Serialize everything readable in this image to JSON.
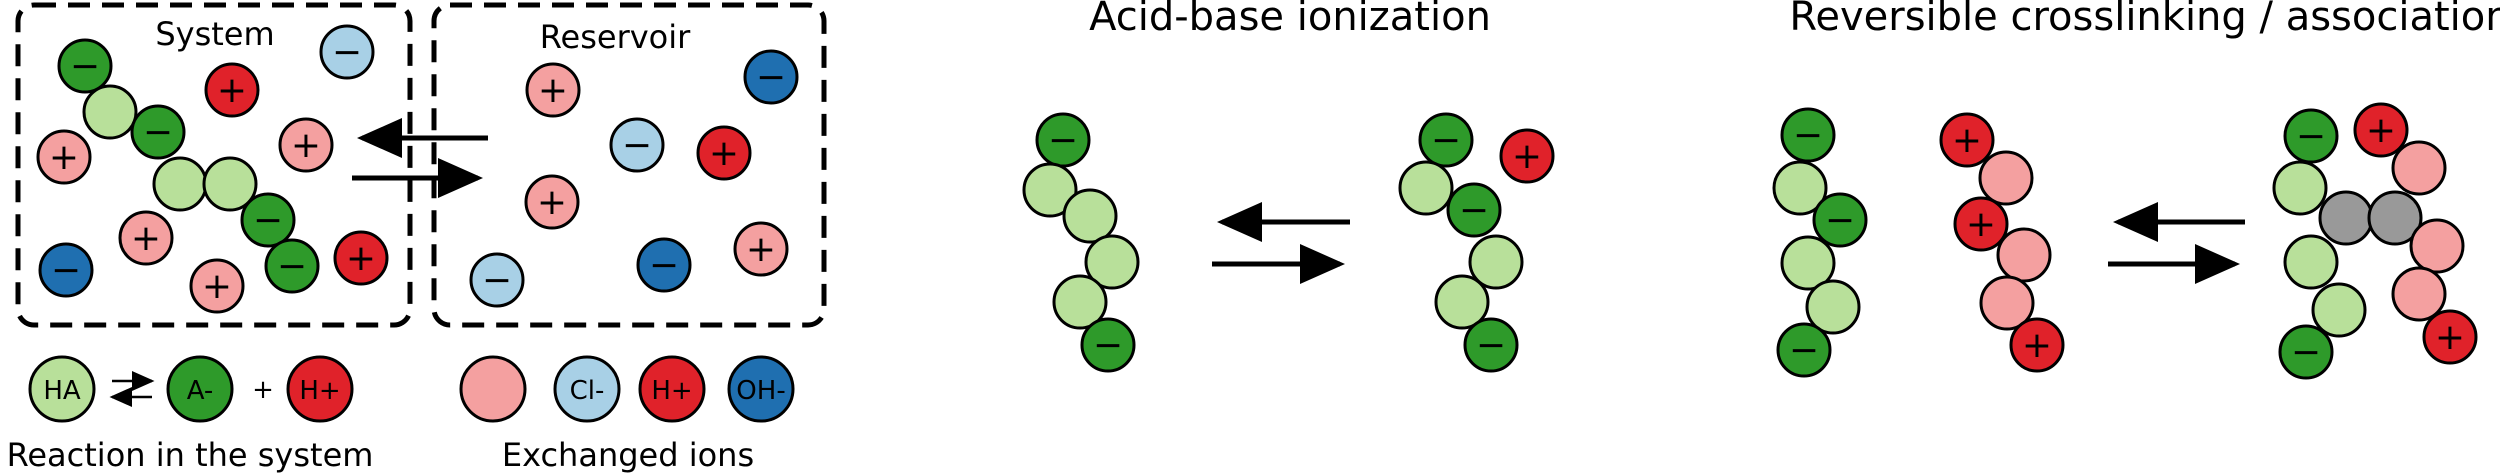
{
  "titles": {
    "acid_base": "Acid-base ionization",
    "crosslinking": "Reversible crosslinking / association"
  },
  "box_labels": {
    "system": "System",
    "reservoir": "Reservoir"
  },
  "legend": {
    "reaction_species": [
      "HA",
      "A-",
      "H+"
    ],
    "plus_sign": "+",
    "reaction_caption": "Reaction in the system",
    "ions": [
      "",
      "Cl-",
      "H+",
      "OH-"
    ],
    "ions_caption": "Exchanged ions"
  },
  "symbols": {
    "minus": "−",
    "plus": "+"
  },
  "colors": {
    "ha_light_green": "#b8e09a",
    "a_minus_green": "#2e9a2a",
    "h_plus_red": "#e0222a",
    "pink": "#f4a0a0",
    "cl_light_blue": "#a8d0e6",
    "oh_blue": "#1f6fb0",
    "crosslink_gray": "#999999"
  }
}
